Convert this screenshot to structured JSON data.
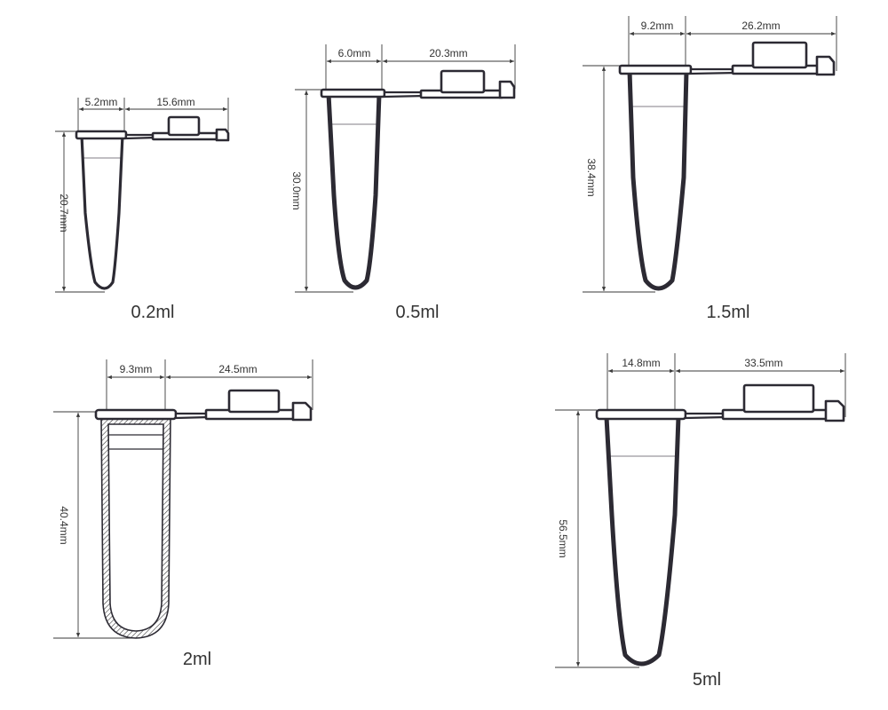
{
  "tubes": [
    {
      "label": "0.2ml",
      "width_dim": "5.2mm",
      "lid_dim": "15.6mm",
      "height_dim": "20.7mm"
    },
    {
      "label": "0.5ml",
      "width_dim": "6.0mm",
      "lid_dim": "20.3mm",
      "height_dim": "30.0mm"
    },
    {
      "label": "1.5ml",
      "width_dim": "9.2mm",
      "lid_dim": "26.2mm",
      "height_dim": "38.4mm"
    },
    {
      "label": "2ml",
      "width_dim": "9.3mm",
      "lid_dim": "24.5mm",
      "height_dim": "40.4mm"
    },
    {
      "label": "5ml",
      "width_dim": "14.8mm",
      "lid_dim": "33.5mm",
      "height_dim": "56.5mm"
    }
  ]
}
